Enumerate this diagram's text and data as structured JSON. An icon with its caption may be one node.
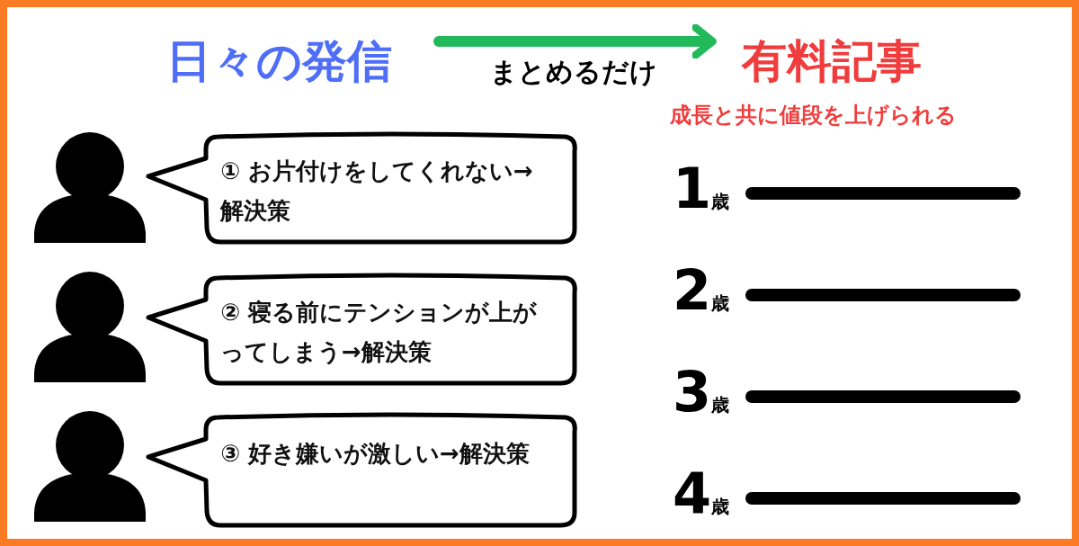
{
  "diagram": {
    "nodes": [
      {
        "text": [
          "日々の発信"
        ]
      },
      {
        "text": [
          "有料記事"
        ],
        "beside": [
          "成長と共に値段を上げられる"
        ]
      },
      {
        "text": [
          "① お片付けをしてくれない→ 解決策"
        ]
      },
      {
        "text": [
          "② 寝る前にテンションが上がってしまう→解決策"
        ]
      },
      {
        "text": [
          "③ 好き嫌いが激しい→解決策"
        ]
      }
    ],
    "edges": [
      {
        "from": 0,
        "to": 1,
        "arrow": "to",
        "label": "まとめるだけ",
        "color": "#22b95a"
      }
    ],
    "labels": [
      "1歳",
      "2歳",
      "3歳",
      "4歳"
    ]
  }
}
